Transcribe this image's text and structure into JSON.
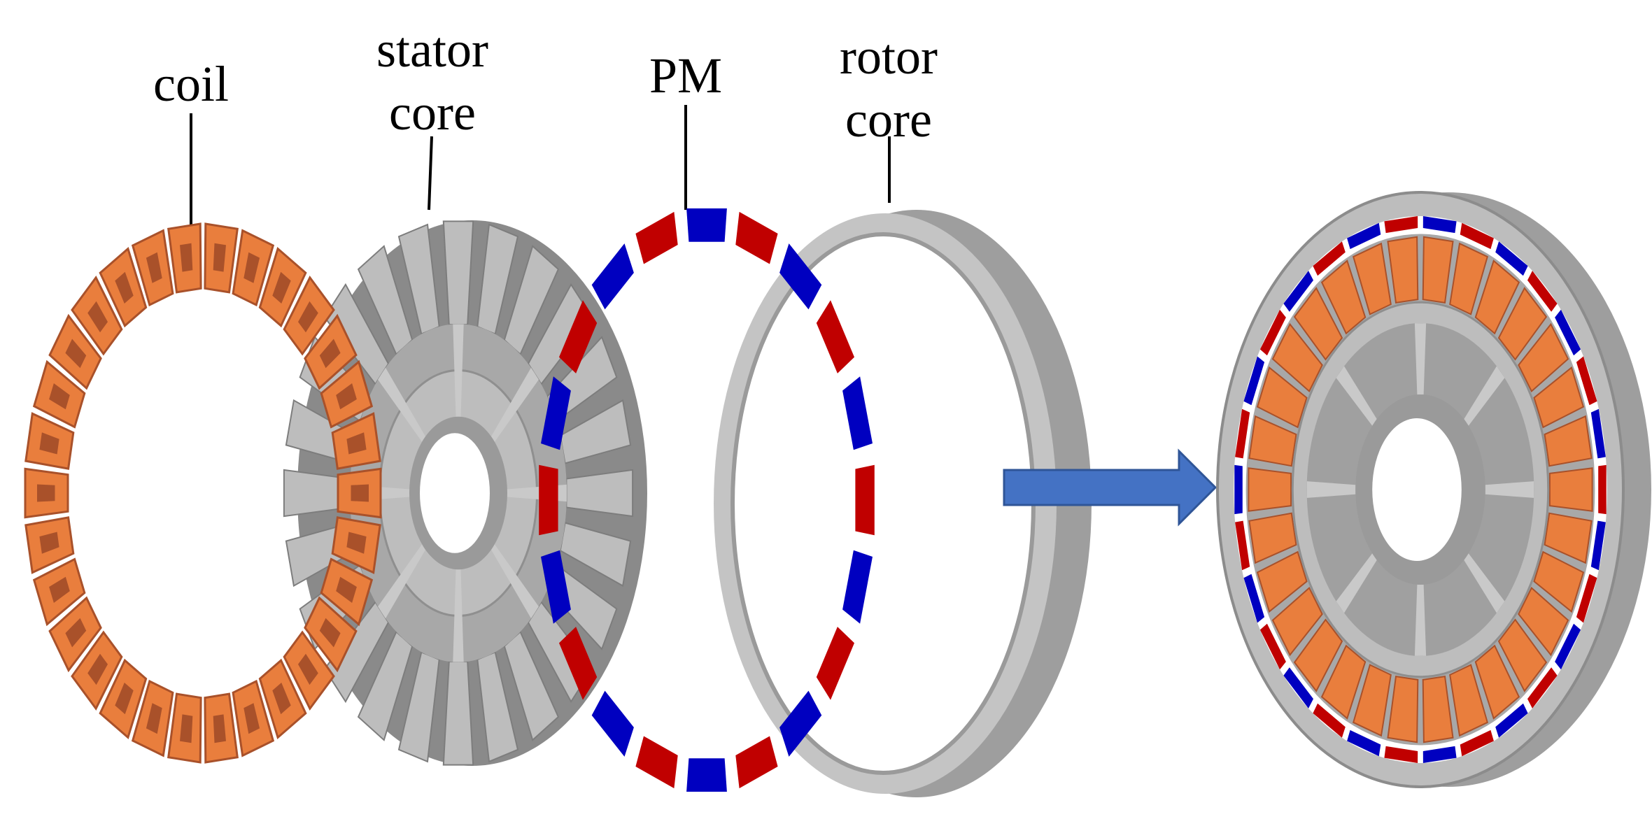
{
  "labels": {
    "coil": "coil",
    "stator_core": [
      "stator",
      "core"
    ],
    "pm": "PM",
    "rotor_core": [
      "rotor",
      "core"
    ]
  },
  "colors": {
    "coil": "#E97E3D",
    "coil_dark": "#A9512A",
    "steel": "#BDBDBD",
    "steel_dark": "#8A8A8A",
    "pm_red": "#C00000",
    "pm_blue": "#0000C0",
    "arrow": "#4472C4"
  },
  "components": [
    "coil",
    "stator-core",
    "permanent-magnet-ring",
    "rotor-core",
    "assembled-motor"
  ]
}
